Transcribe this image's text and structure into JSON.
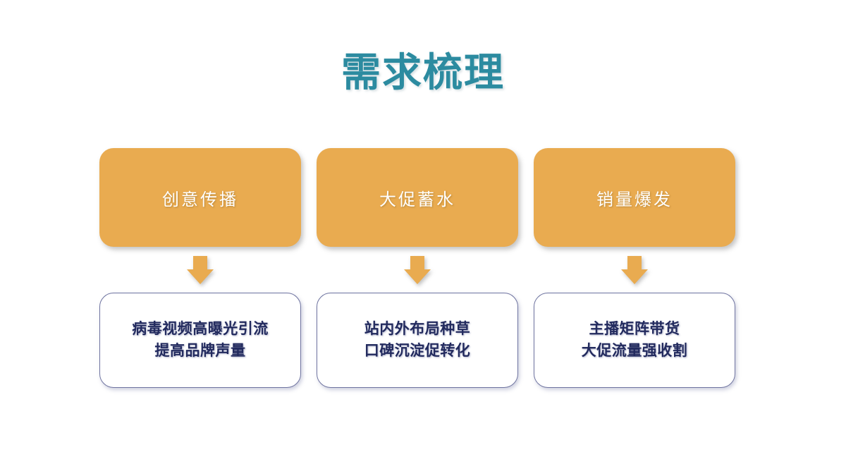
{
  "slide": {
    "title": "需求梳理",
    "background_color": "#ffffff",
    "title_color": "#2c8ba0",
    "accent_color": "#e9ab50",
    "outline_color": "#6f74a0",
    "body_text_color": "#222a5e"
  },
  "columns": [
    {
      "top_label": "创意传播",
      "arrow_icon": "arrow-down-icon",
      "bottom_text": "病毒视频高曝光引流\n提高品牌声量"
    },
    {
      "top_label": "大促蓄水",
      "arrow_icon": "arrow-down-icon",
      "bottom_text": "站内外布局种草\n口碑沉淀促转化"
    },
    {
      "top_label": "销量爆发",
      "arrow_icon": "arrow-down-icon",
      "bottom_text": "主播矩阵带货\n大促流量强收割"
    }
  ]
}
